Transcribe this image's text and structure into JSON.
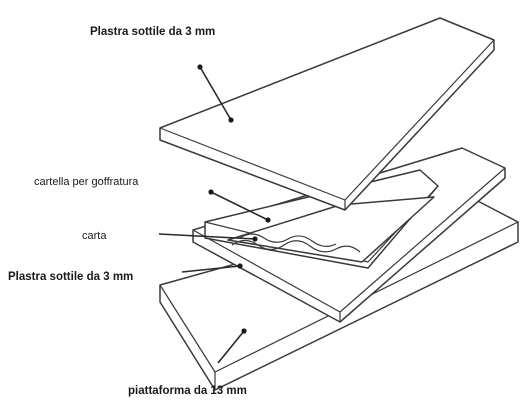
{
  "labels": {
    "top_plate": "Plastra sottile da 3 mm",
    "embossing_folder": "cartella per goffratura",
    "paper": "carta",
    "middle_plate": "Plastra sottile da 3 mm",
    "platform": "piattaforma da 13 mm"
  },
  "colors": {
    "line": "#3a3a3a",
    "text": "#1a1a1a",
    "background": "#ffffff"
  }
}
